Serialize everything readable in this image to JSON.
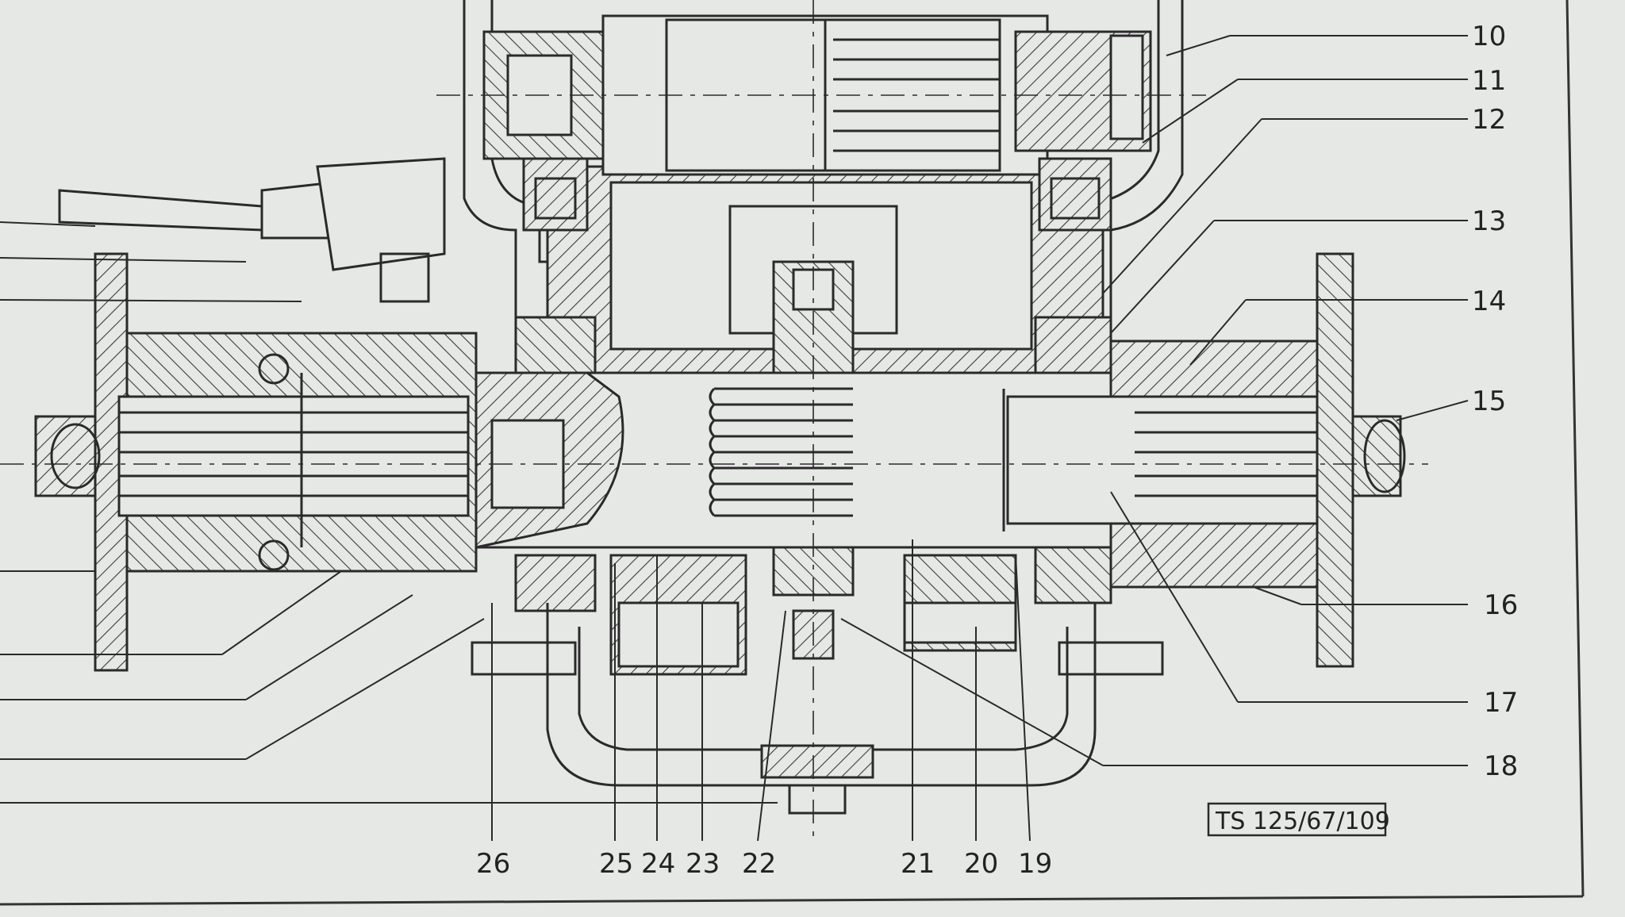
{
  "diagram": {
    "reference": "TS 125/67/109",
    "callouts": {
      "c10": "10",
      "c11": "11",
      "c12": "12",
      "c13": "13",
      "c14": "14",
      "c15": "15",
      "c16": "16",
      "c17": "17",
      "c18": "18",
      "c19": "19",
      "c20": "20",
      "c21": "21",
      "c22": "22",
      "c23": "23",
      "c24": "24",
      "c25": "25",
      "c26": "26"
    },
    "colors": {
      "ink": "#2a2a2a",
      "paper": "#e6e8e6",
      "hatch": "#555555"
    }
  }
}
